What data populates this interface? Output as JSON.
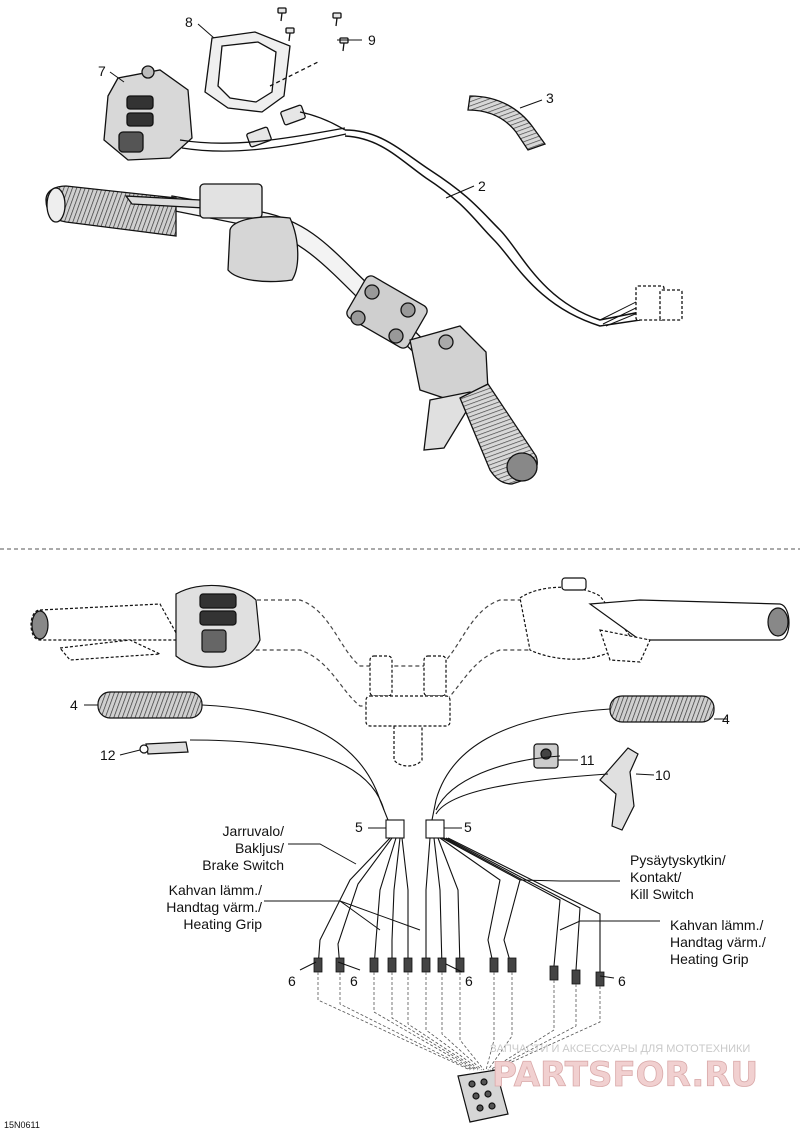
{
  "callouts": {
    "c1": "8",
    "c2": "9",
    "c3": "7",
    "c4": "3",
    "c5": "2",
    "c6": "4",
    "c7": "4",
    "c8": "12",
    "c9": "11",
    "c10": "10",
    "c11": "5",
    "c12": "5",
    "c13": "6",
    "c14": "6",
    "c15": "6",
    "c16": "6"
  },
  "labels": {
    "brake_switch": [
      "Jarruvalo/",
      "Bakljus/",
      "Brake Switch"
    ],
    "heating_grip_left": [
      "Kahvan lämm./",
      "Handtag värm./",
      "Heating Grip"
    ],
    "kill_switch": [
      "Pysäytyskytkin/",
      "Kontakt/",
      "Kill Switch"
    ],
    "heating_grip_right": [
      "Kahvan lämm./",
      "Handtag värm./",
      "Heating Grip"
    ]
  },
  "figure_code": "15N0611",
  "watermark": {
    "tagline": "ЗАПЧАСТИ И АКСЕССУАРЫ ДЛЯ МОТОТЕХНИКИ",
    "brand": "PARTSFOR.RU"
  },
  "colors": {
    "line": "#111111",
    "watermark": "#e8b5b5"
  }
}
